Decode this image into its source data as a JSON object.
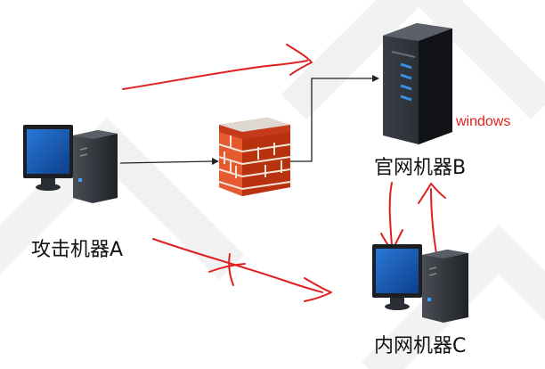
{
  "nodes": {
    "attacker": {
      "label": "攻击机器A"
    },
    "website": {
      "label": "官网机器B",
      "os_note": "windows"
    },
    "intranet": {
      "label": "内网机器C"
    }
  },
  "colors": {
    "annotation": "#e02020",
    "connector": "#222222",
    "screen": "#1a5fb4"
  }
}
